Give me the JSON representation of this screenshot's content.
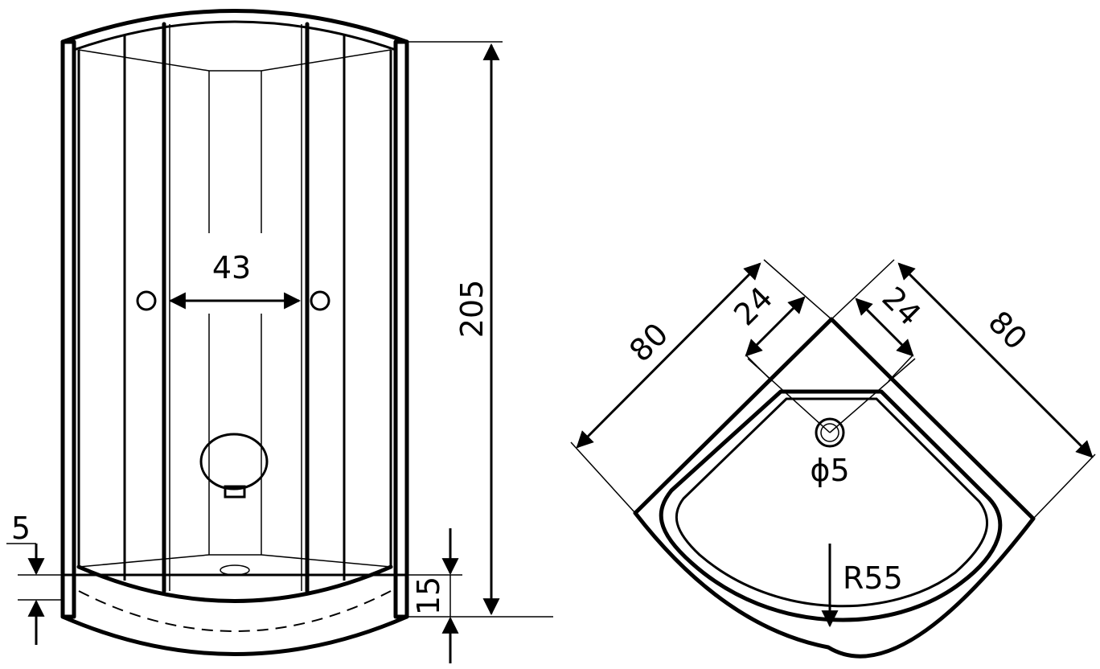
{
  "dimensions": {
    "height": "205",
    "handle_spacing": "43",
    "tray_height": "15",
    "tray_offset": "5",
    "side_left": "80",
    "side_right": "80",
    "entry_left": "24",
    "entry_right": "24",
    "drain_diameter": "ϕ5",
    "radius": "R55"
  },
  "colors": {
    "line": "#000000",
    "background": "#ffffff"
  }
}
